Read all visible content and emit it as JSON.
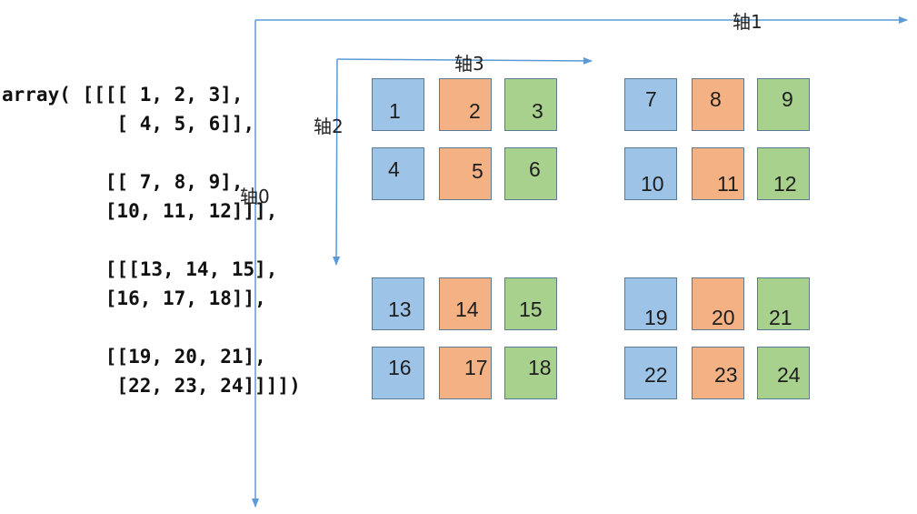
{
  "code_lines": [
    "array( [[[[ 1, 2, 3],",
    "          [ 4, 5, 6]],",
    "",
    "         [[ 7, 8, 9],",
    "         [10, 11, 12]]],",
    "",
    "         [[[13, 14, 15],",
    "         [16, 17, 18]],",
    "",
    "         [[19, 20, 21],",
    "          [22, 23, 24]]]])"
  ],
  "axes": {
    "axis0": "轴0",
    "axis1": "轴1",
    "axis2": "轴2",
    "axis3": "轴3",
    "color": "#5b9bd5"
  },
  "colors": {
    "blue": "#9dc3e6",
    "orange": "#f4b183",
    "green": "#a9d18e"
  },
  "cells": [
    {
      "value": "1",
      "color": "blue"
    },
    {
      "value": "2",
      "color": "orange"
    },
    {
      "value": "3",
      "color": "green"
    },
    {
      "value": "4",
      "color": "blue"
    },
    {
      "value": "5",
      "color": "orange"
    },
    {
      "value": "6",
      "color": "green"
    },
    {
      "value": "7",
      "color": "blue"
    },
    {
      "value": "8",
      "color": "orange"
    },
    {
      "value": "9",
      "color": "green"
    },
    {
      "value": "10",
      "color": "blue"
    },
    {
      "value": "11",
      "color": "orange"
    },
    {
      "value": "12",
      "color": "green"
    },
    {
      "value": "13",
      "color": "blue"
    },
    {
      "value": "14",
      "color": "orange"
    },
    {
      "value": "15",
      "color": "green"
    },
    {
      "value": "16",
      "color": "blue"
    },
    {
      "value": "17",
      "color": "orange"
    },
    {
      "value": "18",
      "color": "green"
    },
    {
      "value": "19",
      "color": "blue"
    },
    {
      "value": "20",
      "color": "orange"
    },
    {
      "value": "21",
      "color": "green"
    },
    {
      "value": "22",
      "color": "blue"
    },
    {
      "value": "23",
      "color": "orange"
    },
    {
      "value": "24",
      "color": "green"
    }
  ]
}
